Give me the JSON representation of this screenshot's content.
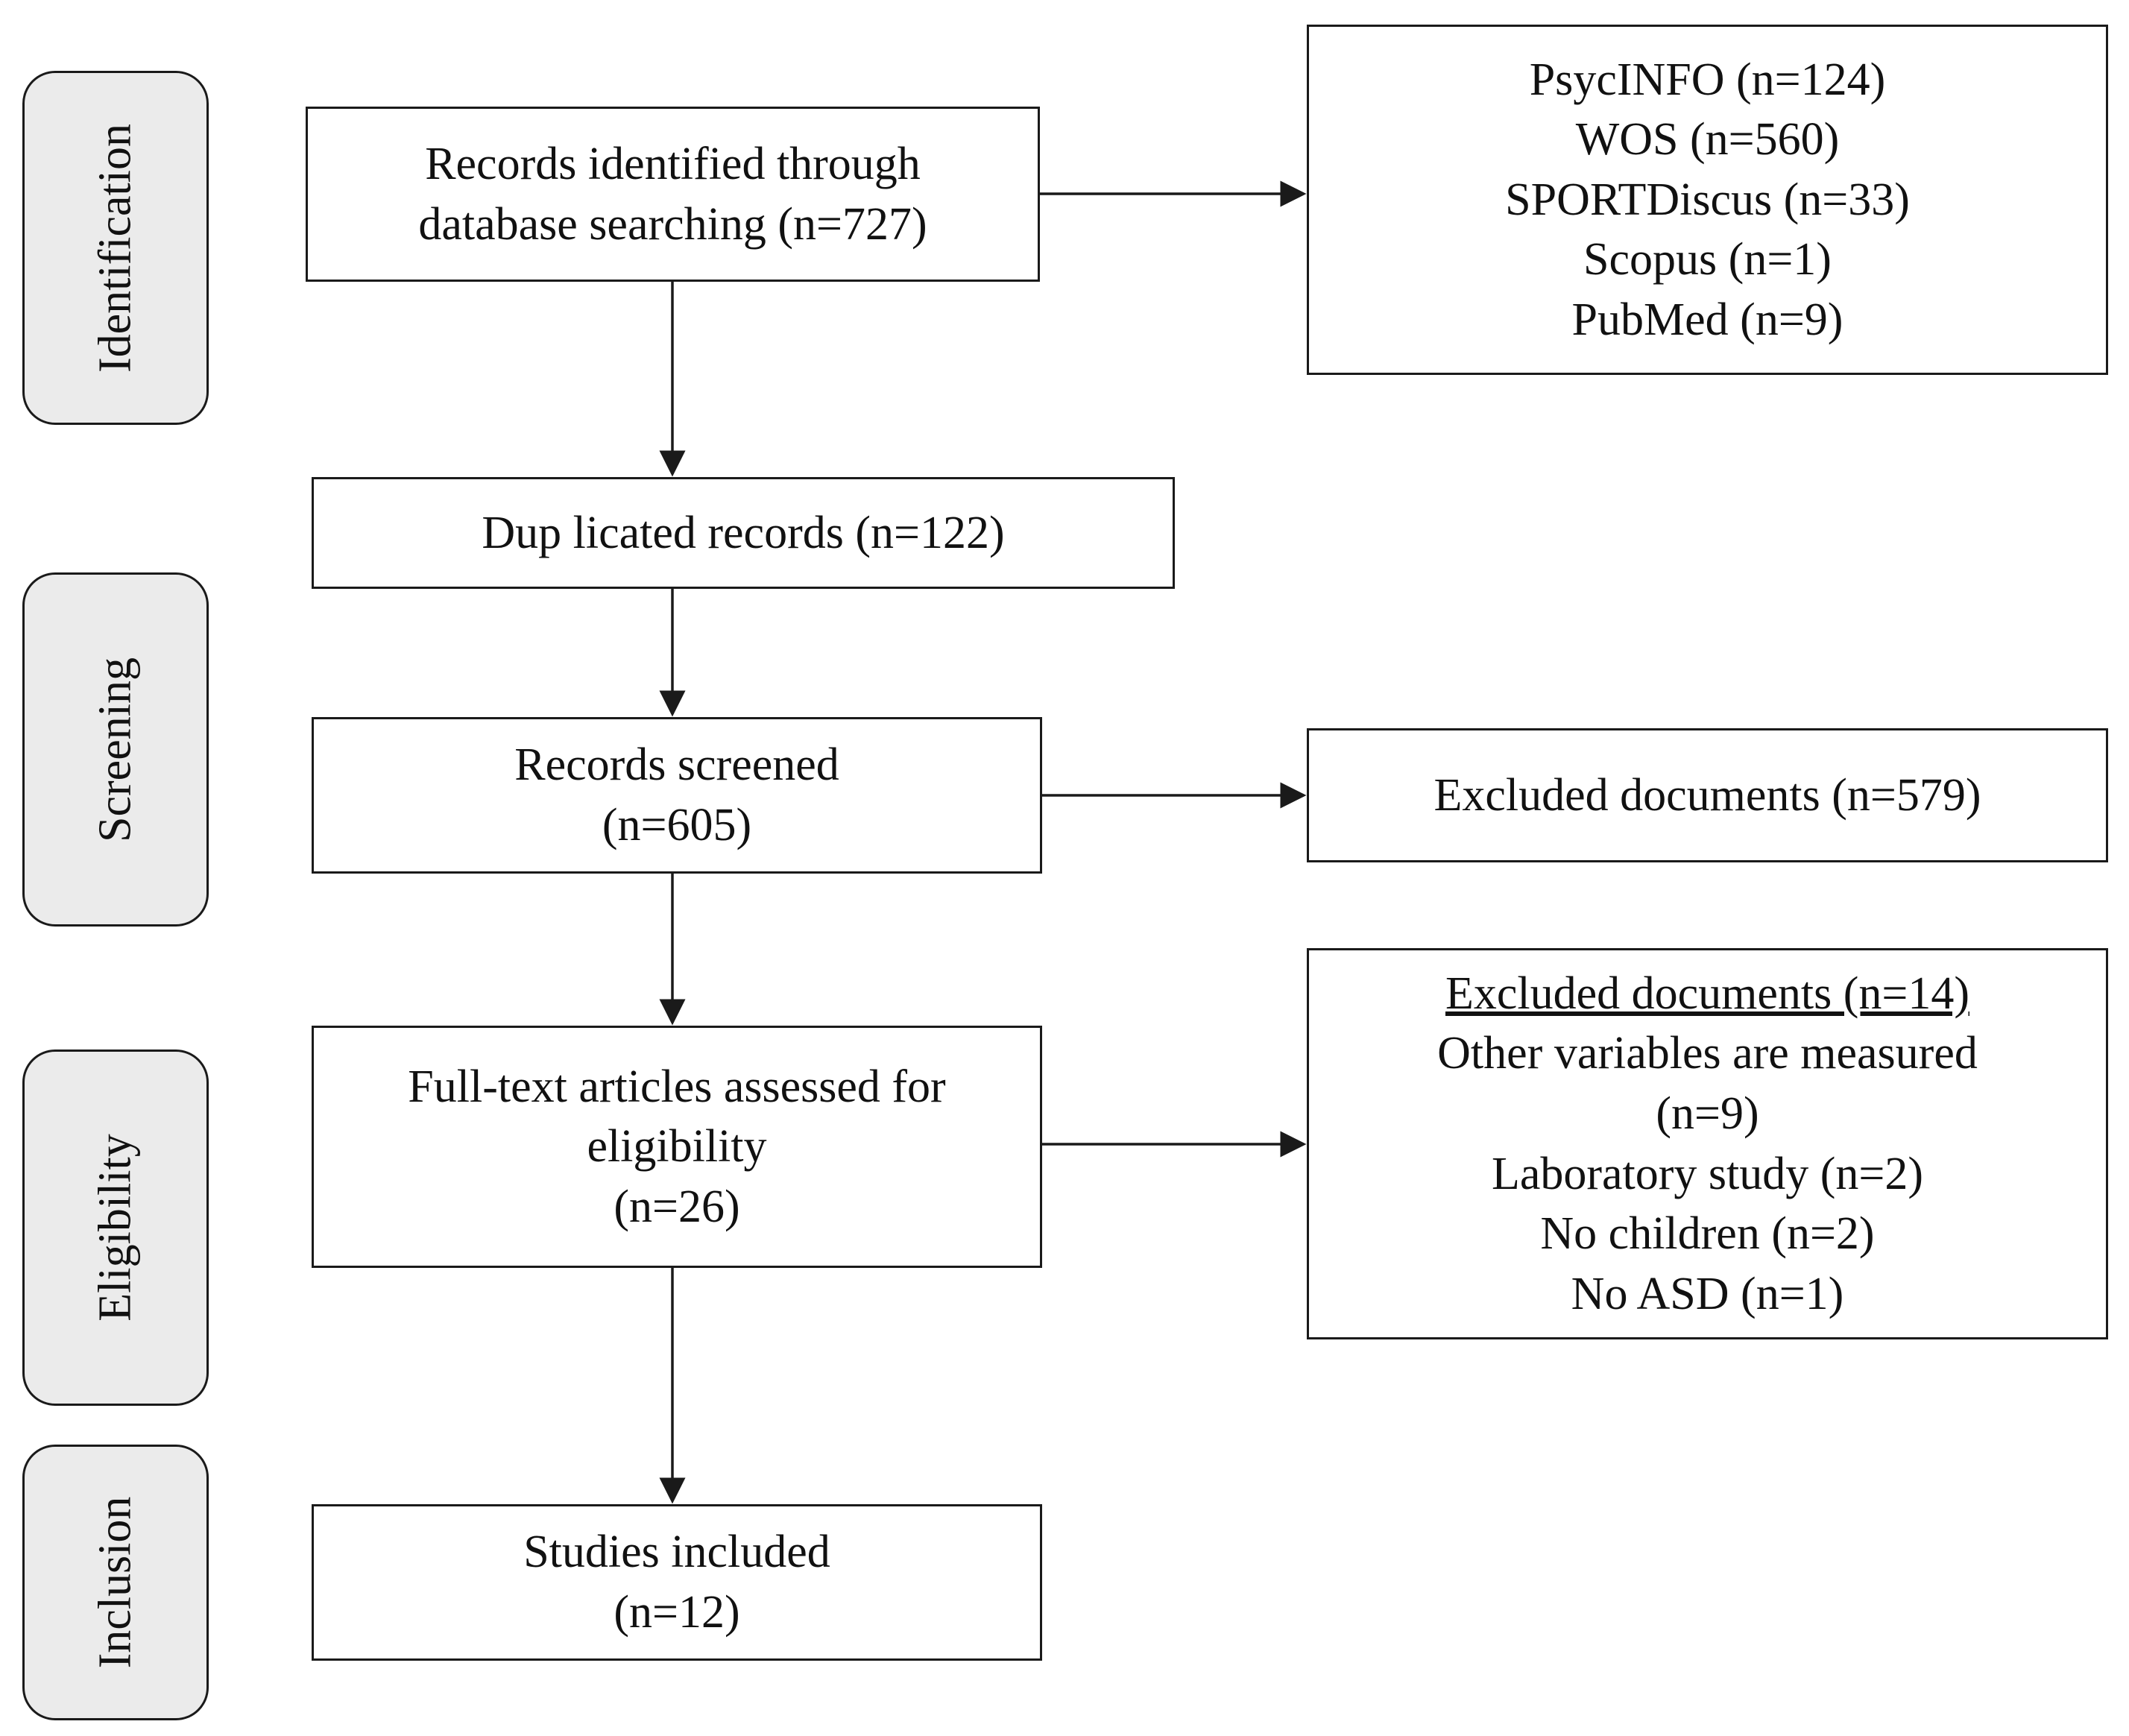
{
  "stages": {
    "identification": "Identification",
    "screening": "Screening",
    "eligibility": "Eligibility",
    "inclusion": "Inclusion"
  },
  "boxes": {
    "identified": {
      "lines": [
        "Records identified through",
        "database searching (n=727)"
      ]
    },
    "databases": {
      "lines": [
        "PsycINFO (n=124)",
        "WOS (n=560)",
        "SPORTDiscus (n=33)",
        "Scopus (n=1)",
        "PubMed (n=9)"
      ]
    },
    "duplicated": {
      "lines": [
        "Dup licated records (n=122)"
      ]
    },
    "screened": {
      "lines": [
        "Records screened",
        "(n=605)"
      ]
    },
    "excluded1": {
      "lines": [
        "Excluded documents (n=579)"
      ]
    },
    "fulltext": {
      "lines": [
        "Full-text articles assessed for",
        "eligibility",
        "(n=26)"
      ]
    },
    "excluded2": {
      "heading": "Excluded documents (n=14)",
      "lines": [
        "Other variables are measured",
        "(n=9)",
        "Laboratory study (n=2)",
        "No children (n=2)",
        "No ASD (n=1)"
      ]
    },
    "included": {
      "lines": [
        "Studies included",
        "(n=12)"
      ]
    }
  }
}
